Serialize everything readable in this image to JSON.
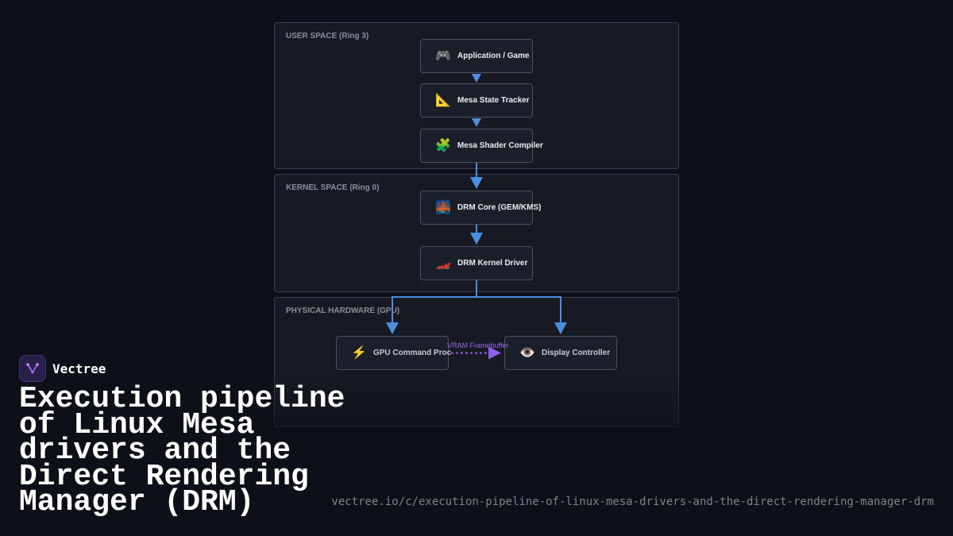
{
  "diagram": {
    "zones": [
      {
        "id": "user",
        "label": "USER SPACE (Ring 3)"
      },
      {
        "id": "kernel",
        "label": "KERNEL SPACE (Ring 0)"
      },
      {
        "id": "hw",
        "label": "PHYSICAL HARDWARE (GPU)"
      }
    ],
    "nodes": [
      {
        "id": "app",
        "icon": "🎮",
        "icon_name": "game-controller-icon",
        "label": "Application / Game"
      },
      {
        "id": "state",
        "icon": "📐",
        "icon_name": "triangular-ruler-icon",
        "label": "Mesa State Tracker"
      },
      {
        "id": "compiler",
        "icon": "🧩",
        "icon_name": "puzzle-piece-icon",
        "label": "Mesa Shader Compiler"
      },
      {
        "id": "drmcore",
        "icon": "🌉",
        "icon_name": "bridge-icon",
        "label": "DRM Core (GEM/KMS)"
      },
      {
        "id": "driver",
        "icon": "🏎️",
        "icon_name": "race-car-icon",
        "label": "DRM Kernel Driver"
      },
      {
        "id": "gpu",
        "icon": "⚡",
        "icon_name": "lightning-icon",
        "label": "GPU Command Proc"
      },
      {
        "id": "display",
        "icon": "👁️",
        "icon_name": "eye-icon",
        "label": "Display Controller"
      }
    ],
    "edges": [
      {
        "from": "app",
        "to": "state",
        "style": "solid"
      },
      {
        "from": "state",
        "to": "compiler",
        "style": "solid"
      },
      {
        "from": "compiler",
        "to": "drmcore",
        "style": "solid"
      },
      {
        "from": "drmcore",
        "to": "driver",
        "style": "solid"
      },
      {
        "from": "driver",
        "to": "gpu",
        "style": "solid"
      },
      {
        "from": "driver",
        "to": "display",
        "style": "solid"
      },
      {
        "from": "gpu",
        "to": "display",
        "style": "dashed",
        "label": "VRAM Framebuffer"
      }
    ],
    "colors": {
      "edge": "#4a8fe0",
      "dashed_edge": "#8f5ee6"
    }
  },
  "brand": {
    "name": "Vectree",
    "logo_icon": "vectree-logo-icon"
  },
  "headline": "Execution pipeline of Linux Mesa drivers and the Direct Rendering Manager (DRM)",
  "url": "vectree.io/c/execution-pipeline-of-linux-mesa-drivers-and-the-direct-rendering-manager-drm"
}
